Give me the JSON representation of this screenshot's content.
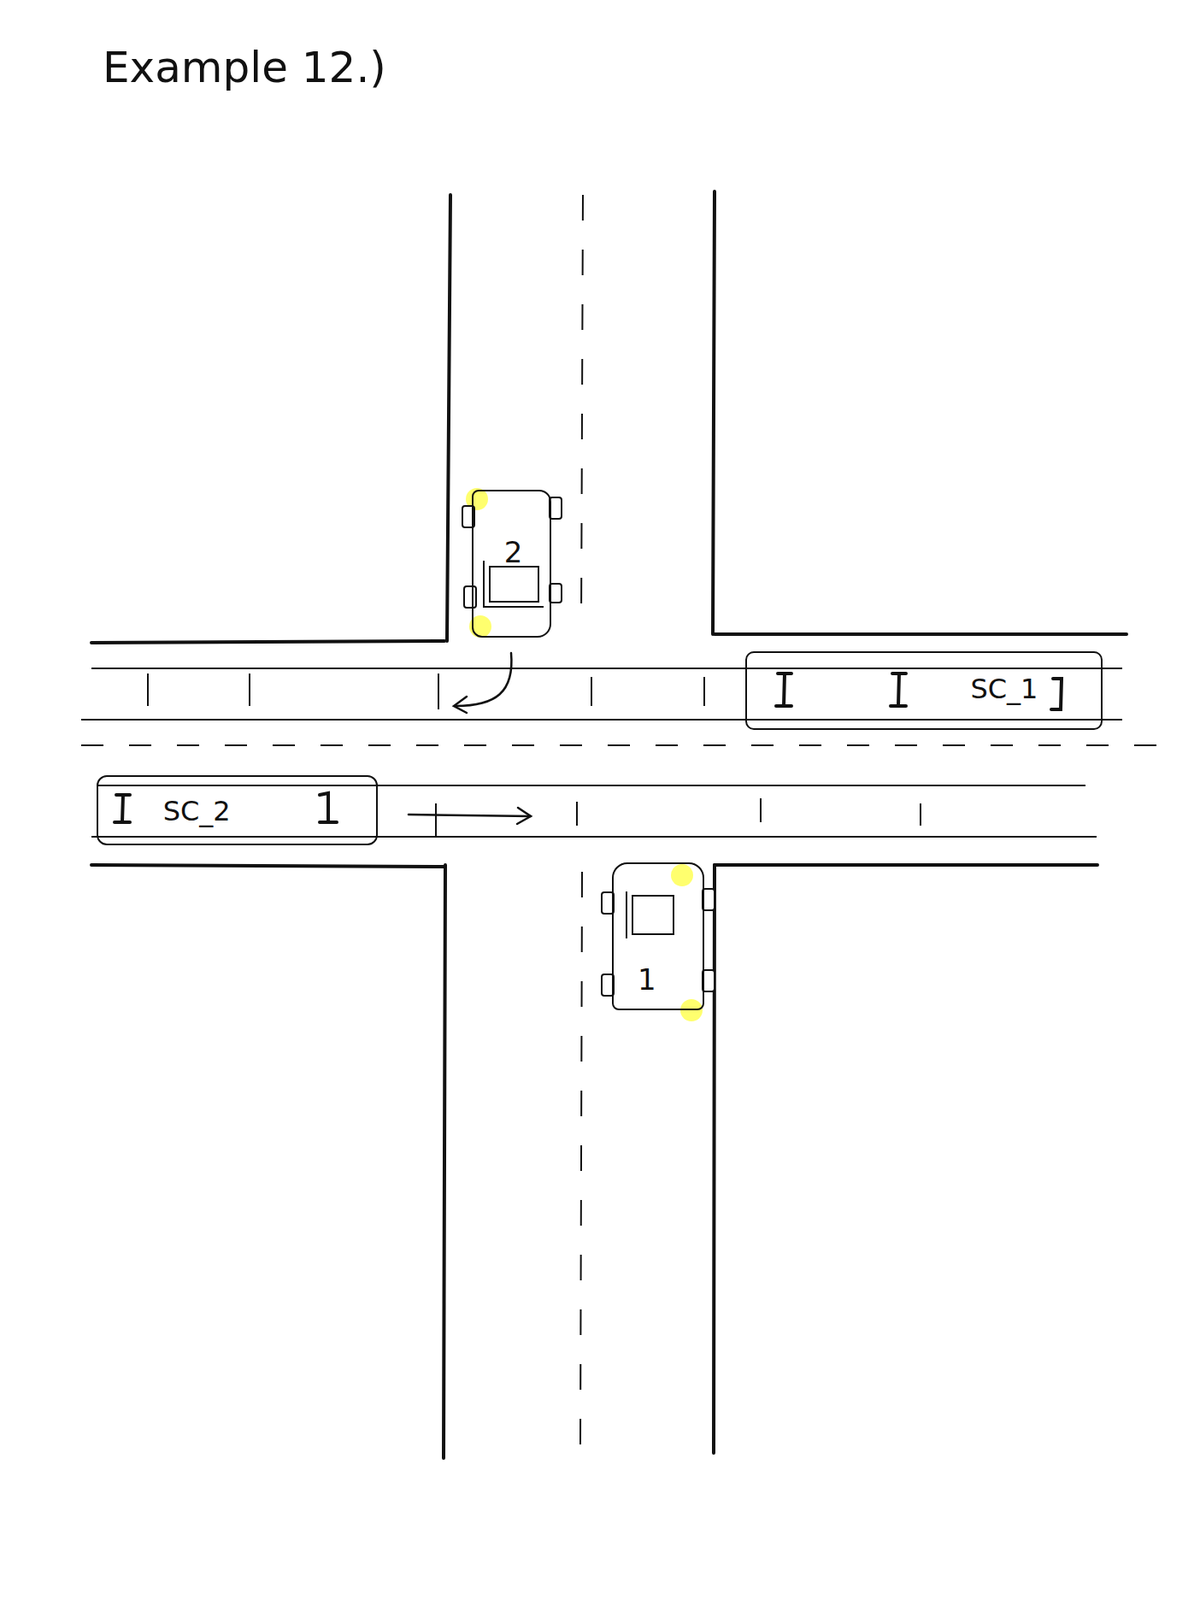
{
  "diagram": {
    "title": "Example 12.)",
    "nodes": [
      {
        "text": [
          "2"
        ]
      },
      {
        "text": [
          "SC_1"
        ]
      },
      {
        "text": [
          "SC_2"
        ]
      },
      {
        "text": [
          "1"
        ]
      }
    ]
  }
}
